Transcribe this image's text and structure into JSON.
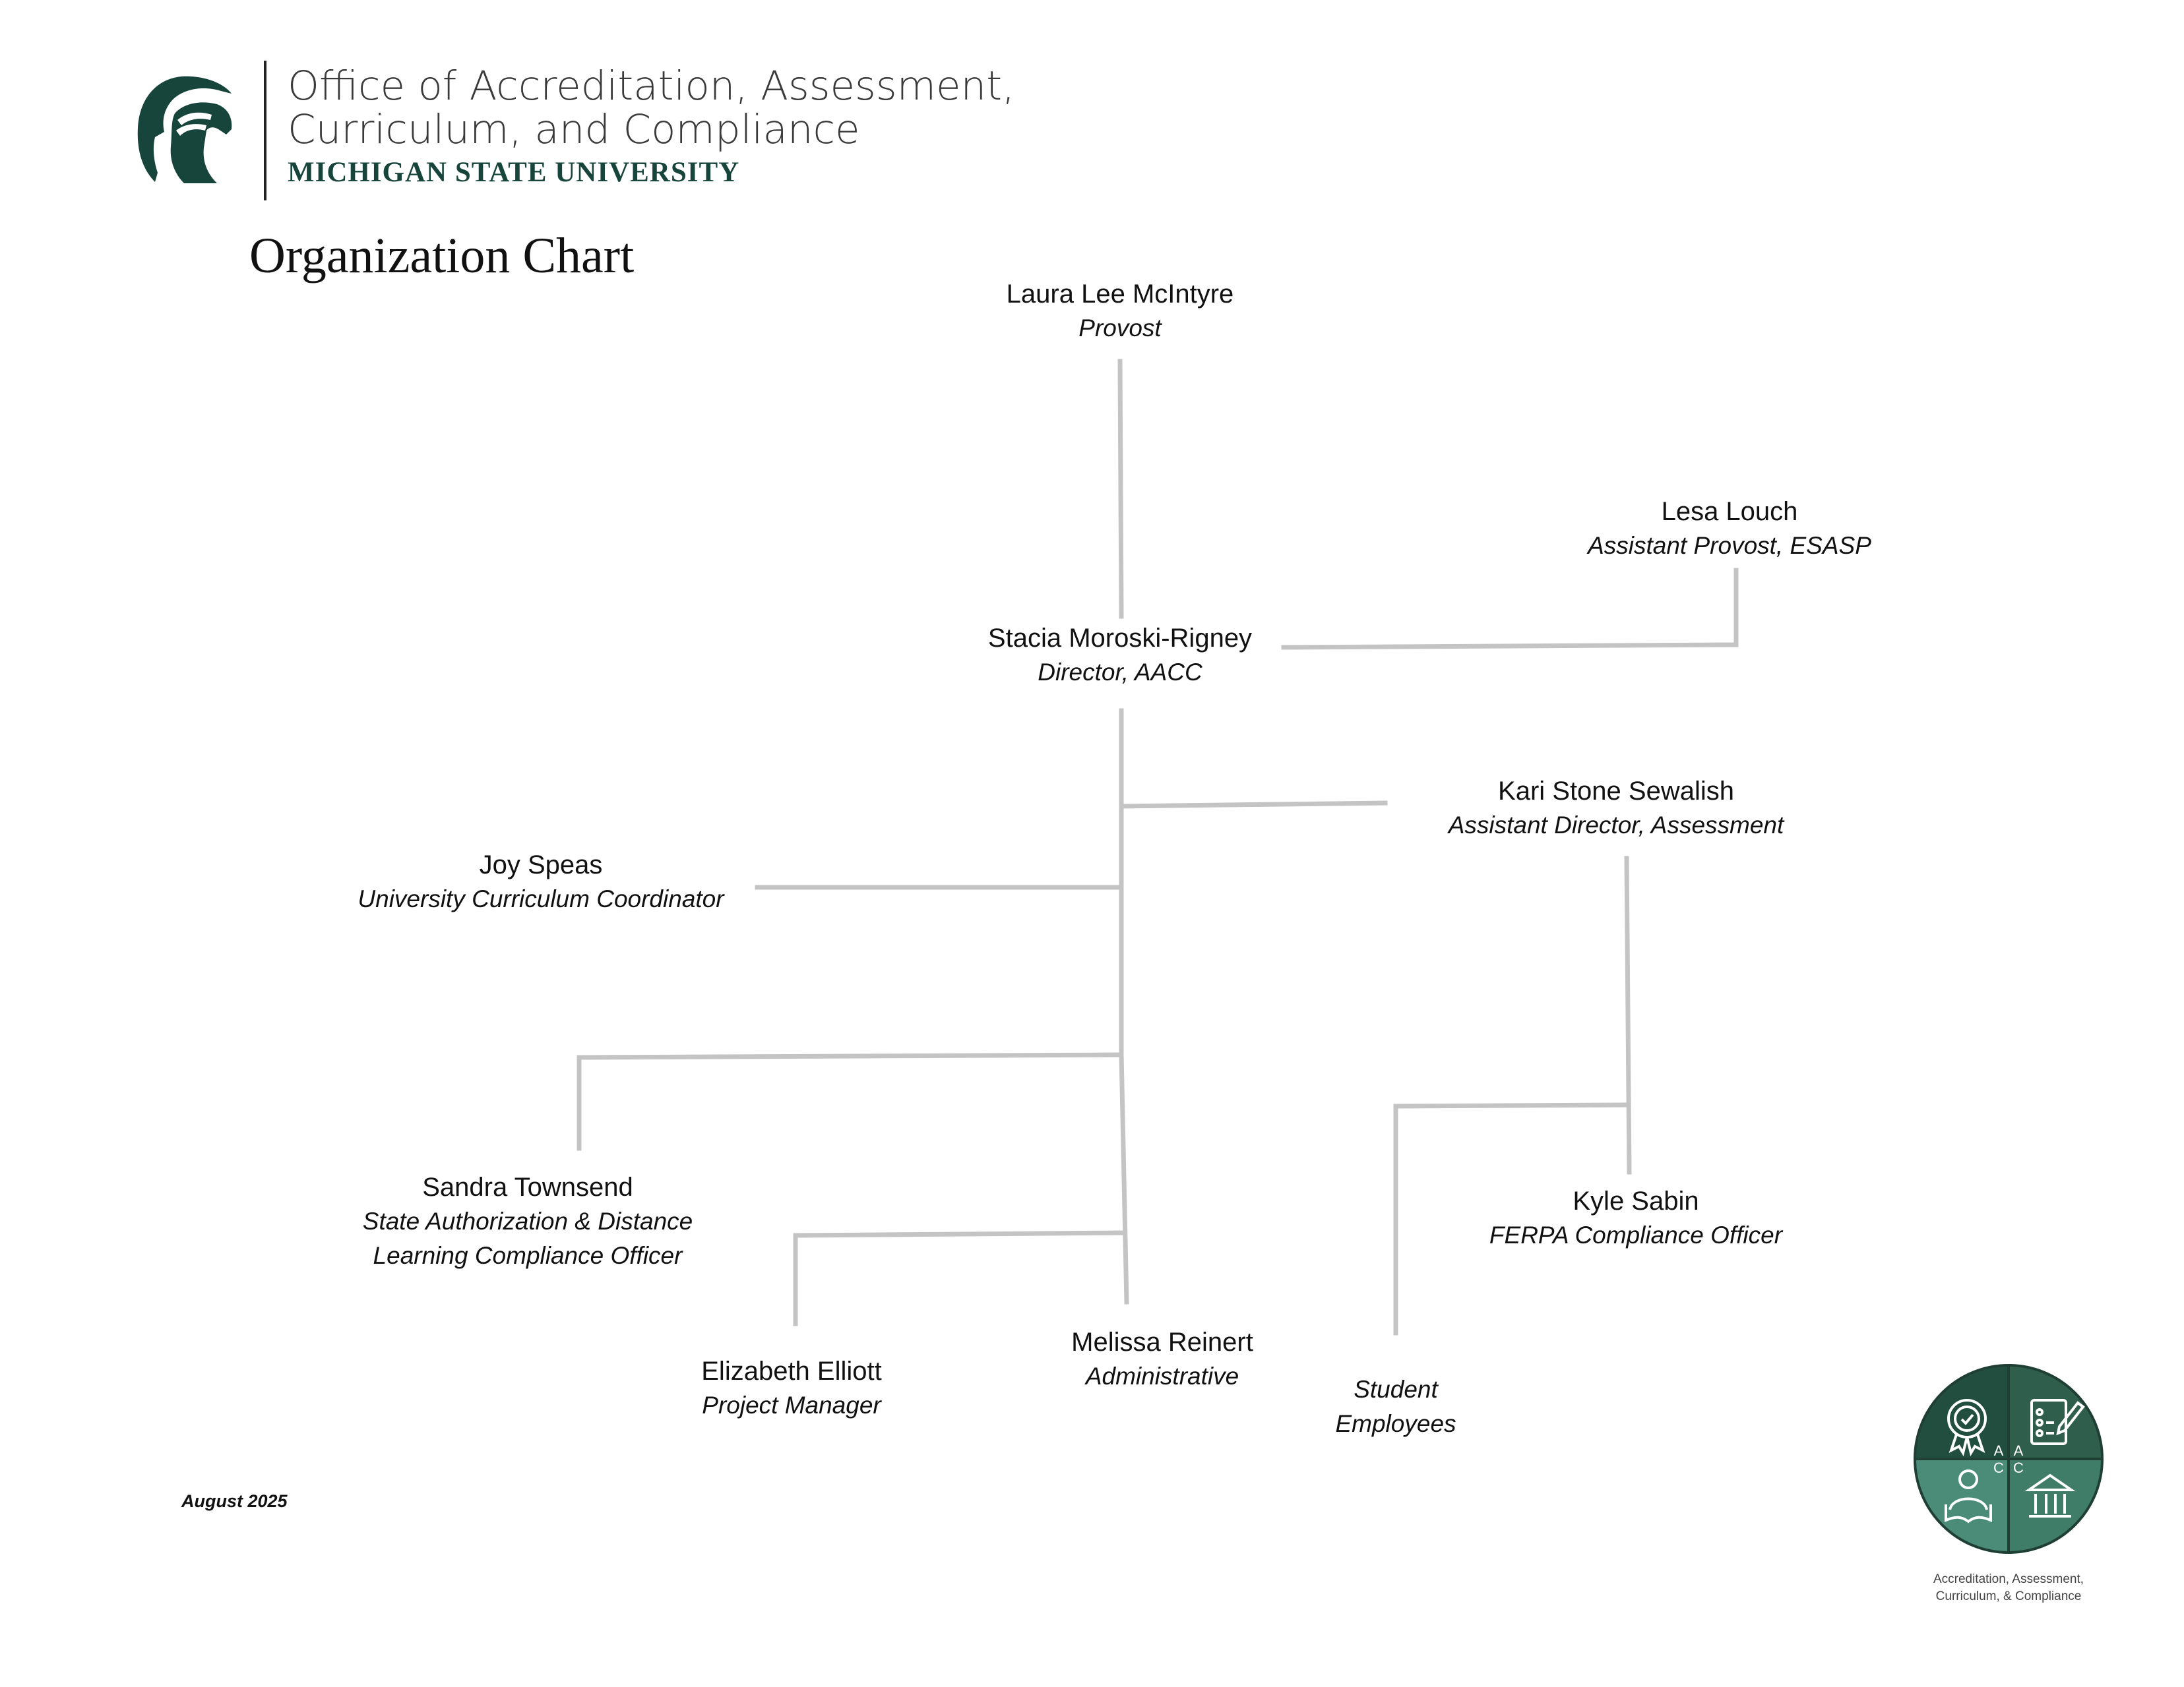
{
  "header": {
    "office_line_1": "Office of Accreditation, Assessment,",
    "office_line_2": "Curriculum, and Compliance",
    "university": "MICHIGAN STATE UNIVERSITY",
    "brand_color": "#18453b"
  },
  "page_title": "Organization Chart",
  "org": {
    "provost": {
      "name": "Laura Lee McIntyre",
      "title": "Provost"
    },
    "lesa": {
      "name": "Lesa Louch",
      "title": "Assistant Provost, ESASP"
    },
    "director": {
      "name": "Stacia Moroski-Rigney",
      "title": "Director, AACC"
    },
    "kari": {
      "name": "Kari Stone Sewalish",
      "title": "Assistant Director, Assessment"
    },
    "joy": {
      "name": "Joy Speas",
      "title": "University Curriculum Coordinator"
    },
    "sandra": {
      "name": "Sandra Townsend",
      "title_line_1": "State Authorization & Distance",
      "title_line_2": "Learning Compliance Officer"
    },
    "kyle": {
      "name": "Kyle Sabin",
      "title": "FERPA Compliance Officer"
    },
    "elizabeth": {
      "name": "Elizabeth Elliott",
      "title": "Project Manager"
    },
    "melissa": {
      "name": "Melissa Reinert",
      "title": "Administrative"
    },
    "students": {
      "line_1": "Student",
      "line_2": "Employees"
    }
  },
  "date_note": "August 2025",
  "seal": {
    "letters": [
      "A",
      "A",
      "C",
      "C"
    ],
    "caption_line_1": "Accreditation, Assessment,",
    "caption_line_2": "Curriculum, & Compliance",
    "colors": {
      "dark": "#224e3f",
      "mid": "#2f5e4c",
      "light": "#3f7d69",
      "teal": "#4a8c78"
    },
    "icons": [
      "award-ribbon-icon",
      "checklist-icon",
      "reader-icon",
      "building-icon"
    ]
  },
  "connector_color": "#c4c4c4"
}
